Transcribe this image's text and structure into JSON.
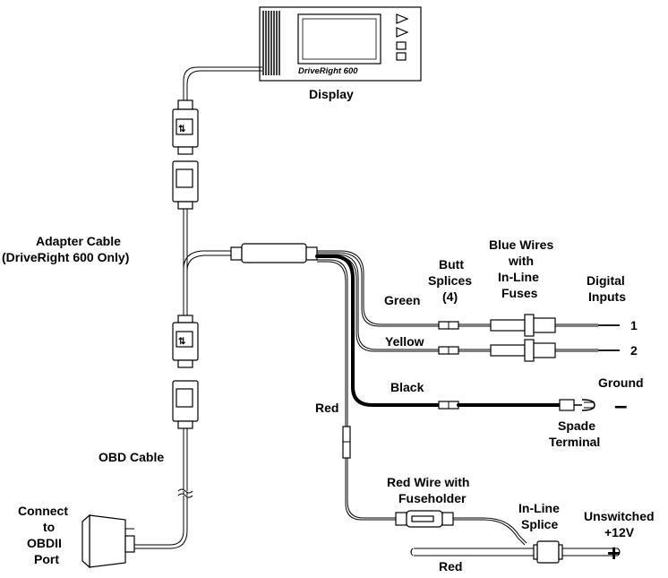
{
  "display": {
    "brand": "DriveRight 600",
    "label": "Display"
  },
  "labels": {
    "adapter_cable_line1": "Adapter Cable",
    "adapter_cable_line2": "(DriveRight 600 Only)",
    "obd_cable": "OBD Cable",
    "connect_line1": "Connect",
    "connect_line2": "to",
    "connect_line3": "OBDII",
    "connect_line4": "Port",
    "green": "Green",
    "yellow": "Yellow",
    "black": "Black",
    "red_mid": "Red",
    "red_bottom": "Red",
    "butt_splices_line1": "Butt",
    "butt_splices_line2": "Splices",
    "butt_splices_line3": "(4)",
    "blue_wires_line1": "Blue Wires",
    "blue_wires_line2": "with",
    "blue_wires_line3": "In-Line",
    "blue_wires_line4": "Fuses",
    "digital_inputs_line1": "Digital",
    "digital_inputs_line2": "Inputs",
    "input_1": "1",
    "input_2": "2",
    "ground": "Ground",
    "minus": "–",
    "spade_line1": "Spade",
    "spade_line2": "Terminal",
    "red_wire_line1": "Red Wire with",
    "red_wire_line2": "Fuseholder",
    "inline_splice_line1": "In-Line",
    "inline_splice_line2": "Splice",
    "unswitched_line1": "Unswitched",
    "unswitched_line2": "+12V",
    "plus": "+"
  }
}
